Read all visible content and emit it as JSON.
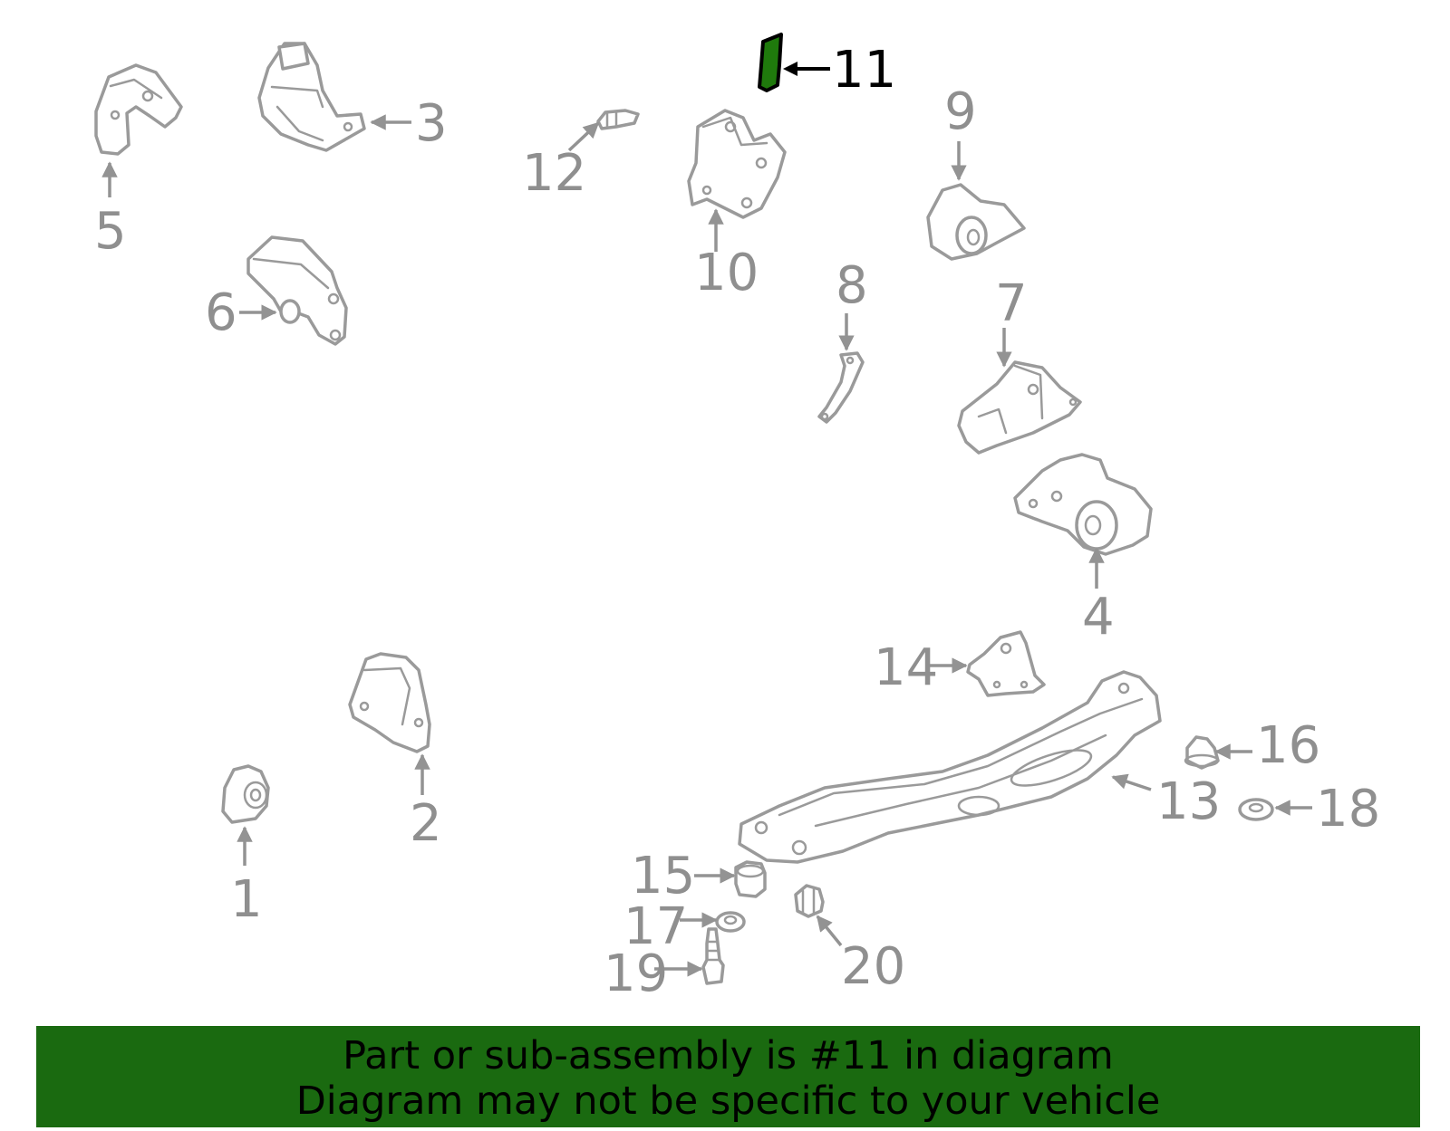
{
  "diagram": {
    "highlighted_part": "11",
    "callouts": {
      "p1": "1",
      "p2": "2",
      "p3": "3",
      "p4": "4",
      "p5": "5",
      "p6": "6",
      "p7": "7",
      "p8": "8",
      "p9": "9",
      "p10": "10",
      "p11": "11",
      "p12": "12",
      "p13": "13",
      "p14": "14",
      "p15": "15",
      "p16": "16",
      "p17": "17",
      "p18": "18",
      "p19": "19",
      "p20": "20"
    },
    "colors": {
      "highlight_fill": "#1f7a0c",
      "part_stroke": "#9a9a9a",
      "label_gray": "#8f8f8f",
      "banner_bg": "#1a6a10"
    }
  },
  "banner": {
    "line1": "Part or sub-assembly is #11 in diagram",
    "line2": "Diagram may not be specific to your vehicle"
  }
}
